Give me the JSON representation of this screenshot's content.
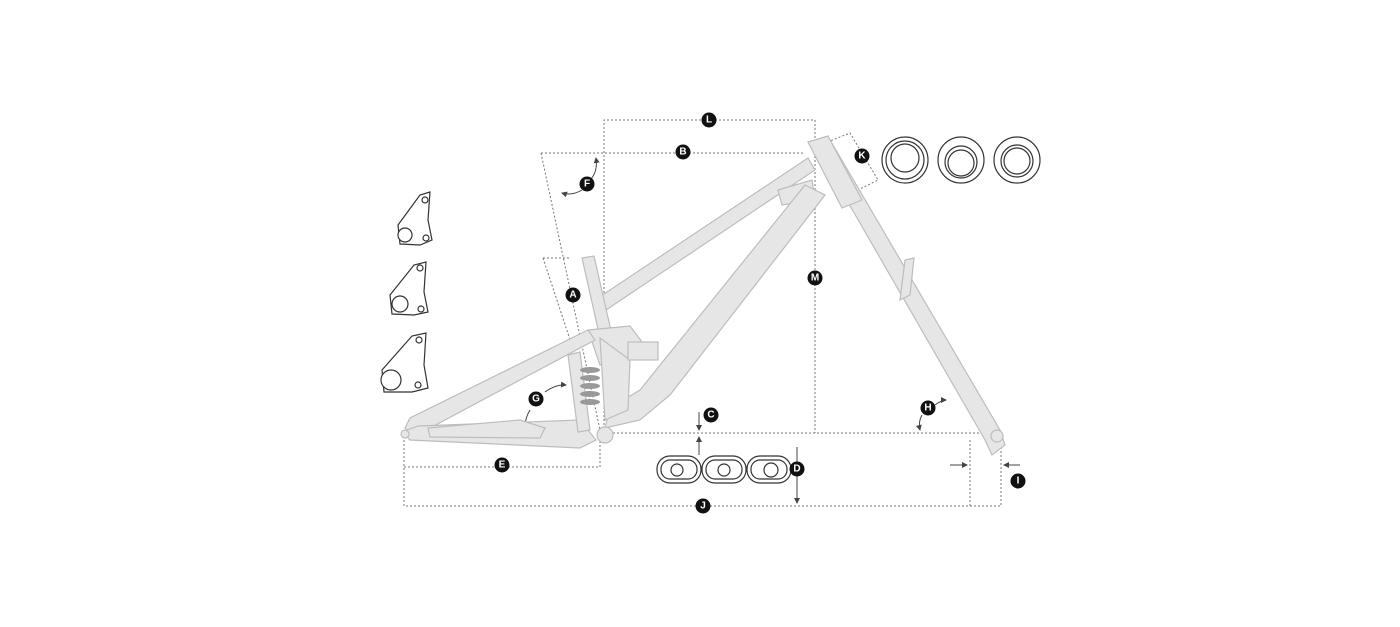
{
  "diagram": {
    "labels": [
      "A",
      "B",
      "C",
      "D",
      "E",
      "F",
      "G",
      "H",
      "I",
      "J",
      "K",
      "L",
      "M"
    ]
  }
}
